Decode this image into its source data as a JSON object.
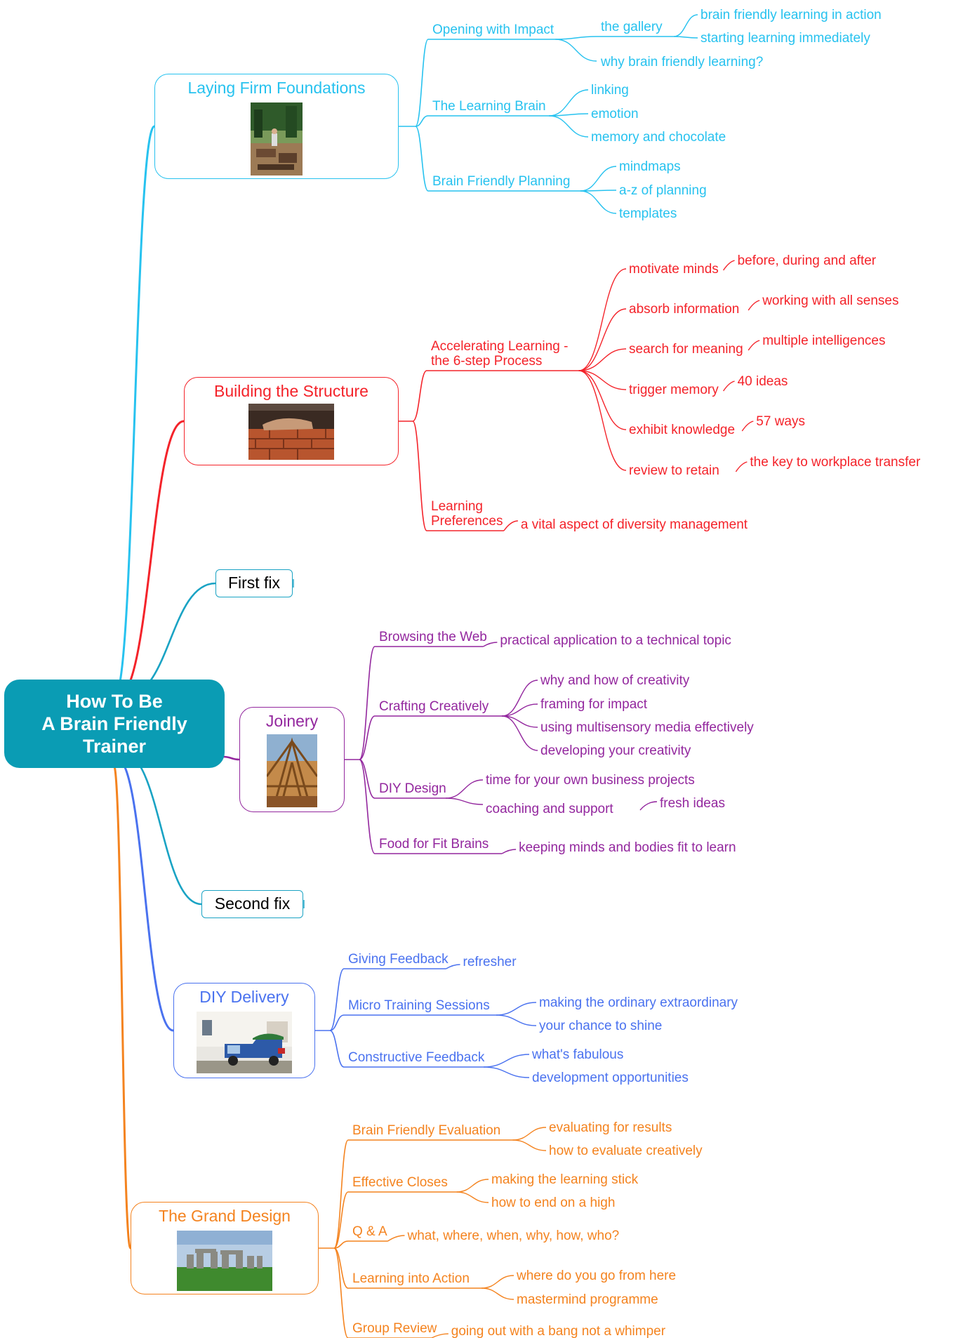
{
  "root": {
    "line1": "How To Be",
    "line2": "A Brain Friendly",
    "line3": "Trainer",
    "color": "#0a9cb4"
  },
  "branches": [
    {
      "key": "foundations",
      "title": "Laying Firm Foundations",
      "color": "#27c2ef",
      "photo": "construction-site-photo",
      "children": [
        {
          "label": "Opening with Impact",
          "children": [
            {
              "label": "the gallery",
              "children": [
                {
                  "label": "brain friendly learning in action"
                },
                {
                  "label": "starting learning immediately"
                }
              ]
            },
            {
              "label": "why brain friendly learning?"
            }
          ]
        },
        {
          "label": "The Learning Brain",
          "children": [
            {
              "label": "linking"
            },
            {
              "label": "emotion"
            },
            {
              "label": "memory and chocolate"
            }
          ]
        },
        {
          "label": "Brain Friendly Planning",
          "children": [
            {
              "label": "mindmaps"
            },
            {
              "label": "a-z of planning"
            },
            {
              "label": "templates"
            }
          ]
        }
      ]
    },
    {
      "key": "structure",
      "title": "Building the Structure",
      "color": "#f4232a",
      "photo": "bricklaying-photo",
      "children": [
        {
          "label_lines": [
            "Accelerating Learning -",
            "the 6-step Process"
          ],
          "children": [
            {
              "label": "motivate minds",
              "children": [
                {
                  "label": "before, during and after"
                }
              ]
            },
            {
              "label": "absorb information",
              "children": [
                {
                  "label": "working with all senses"
                }
              ]
            },
            {
              "label": "search for meaning",
              "children": [
                {
                  "label": "multiple intelligences"
                }
              ]
            },
            {
              "label": "trigger memory",
              "children": [
                {
                  "label": "40 ideas"
                }
              ]
            },
            {
              "label": "exhibit knowledge",
              "children": [
                {
                  "label": "57 ways"
                }
              ]
            },
            {
              "label": "review to retain",
              "children": [
                {
                  "label": "the key to workplace transfer"
                }
              ]
            }
          ]
        },
        {
          "label_lines": [
            "Learning",
            "Preferences"
          ],
          "children": [
            {
              "label": "a vital aspect of diversity management"
            }
          ]
        }
      ]
    },
    {
      "key": "first_fix",
      "title": "First fix",
      "color": "#1aa3c4"
    },
    {
      "key": "joinery",
      "title": "Joinery",
      "color": "#93279e",
      "photo": "roof-timbers-photo",
      "children": [
        {
          "label": "Browsing the Web",
          "children": [
            {
              "label": "practical application to a technical topic"
            }
          ]
        },
        {
          "label": "Crafting Creatively",
          "children": [
            {
              "label": "why and how of creativity"
            },
            {
              "label": "framing for impact"
            },
            {
              "label": "using multisensory media effectively"
            },
            {
              "label": "developing your creativity"
            }
          ]
        },
        {
          "label": "DIY Design",
          "children": [
            {
              "label": "time for your own business projects"
            },
            {
              "label": "coaching and support",
              "children": [
                {
                  "label": "fresh ideas"
                }
              ]
            }
          ]
        },
        {
          "label": "Food for Fit Brains",
          "children": [
            {
              "label": "keeping minds and bodies fit to learn"
            }
          ]
        }
      ]
    },
    {
      "key": "second_fix",
      "title": "Second fix",
      "color": "#1aa3c4"
    },
    {
      "key": "delivery",
      "title": "DIY Delivery",
      "color": "#4a72ef",
      "photo": "blue-truck-photo",
      "children": [
        {
          "label": "Giving Feedback",
          "children": [
            {
              "label": "refresher"
            }
          ]
        },
        {
          "label": "Micro Training Sessions",
          "children": [
            {
              "label": "making the ordinary extraordinary"
            },
            {
              "label": "your chance to shine"
            }
          ]
        },
        {
          "label": "Constructive Feedback",
          "children": [
            {
              "label": "what's fabulous"
            },
            {
              "label": "development opportunities"
            }
          ]
        }
      ]
    },
    {
      "key": "grand",
      "title": "The Grand Design",
      "color": "#f4831f",
      "photo": "stonehenge-photo",
      "children": [
        {
          "label": "Brain Friendly Evaluation",
          "children": [
            {
              "label": "evaluating for results"
            },
            {
              "label": "how to evaluate creatively"
            }
          ]
        },
        {
          "label": "Effective Closes",
          "children": [
            {
              "label": "making the learning stick"
            },
            {
              "label": "how to end on a high"
            }
          ]
        },
        {
          "label": "Q & A",
          "children": [
            {
              "label": "what, where, when, why, how, who?"
            }
          ]
        },
        {
          "label": "Learning into Action",
          "children": [
            {
              "label": "where do you go from here"
            },
            {
              "label": "mastermind programme"
            }
          ]
        },
        {
          "label": "Group Review",
          "children": [
            {
              "label": "going out with a bang not a whimper"
            }
          ]
        }
      ]
    }
  ]
}
